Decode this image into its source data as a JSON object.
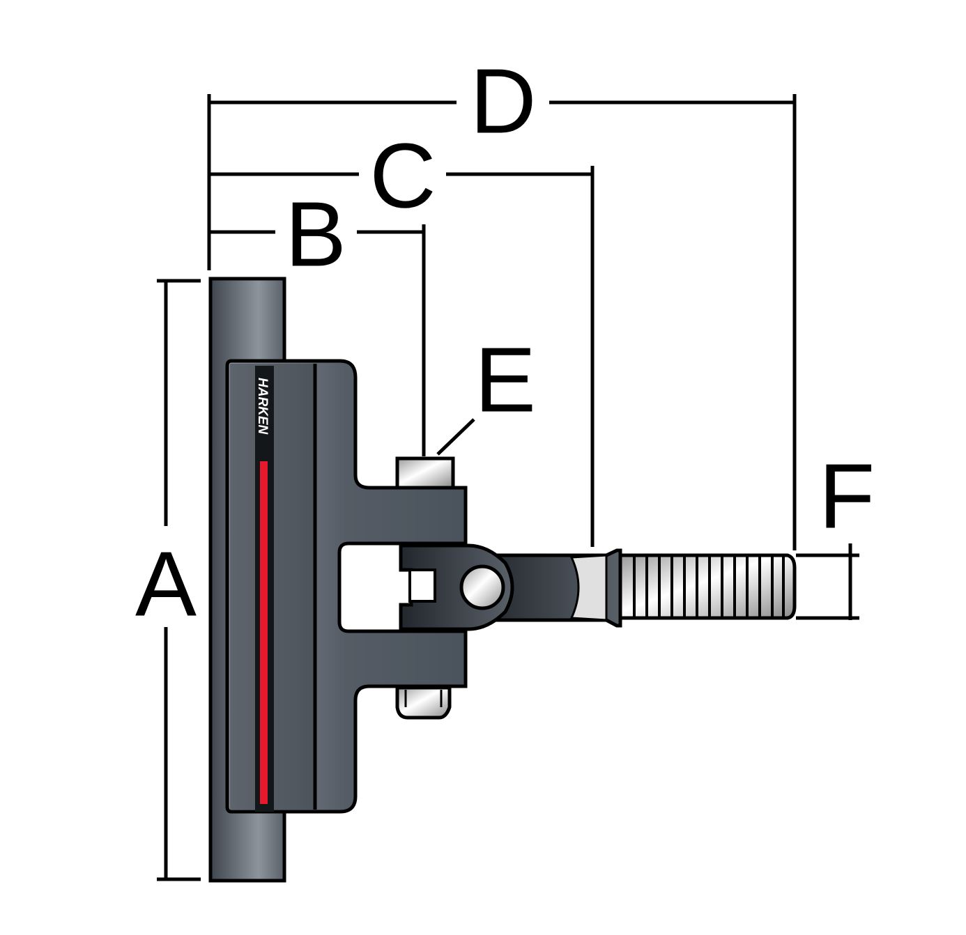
{
  "diagram": {
    "brand": "HARKEN",
    "dimension_labels": {
      "a": "A",
      "b": "B",
      "c": "C",
      "d": "D",
      "e": "E",
      "f": "F"
    },
    "colors": {
      "rail": "#6b717a",
      "car": "#4d555e",
      "stripe": "#e8192c",
      "metal": "#e6e6e6",
      "outline": "#000000"
    }
  }
}
